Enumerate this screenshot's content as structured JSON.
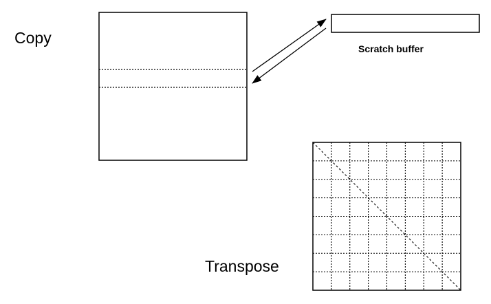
{
  "labels": {
    "copy": "Copy",
    "scratch_buffer": "Scratch buffer",
    "transpose": "Transpose"
  },
  "colors": {
    "stroke": "#000000",
    "background": "#ffffff"
  },
  "transpose_grid": {
    "rows": 8,
    "cols": 8,
    "diagonal": true
  }
}
